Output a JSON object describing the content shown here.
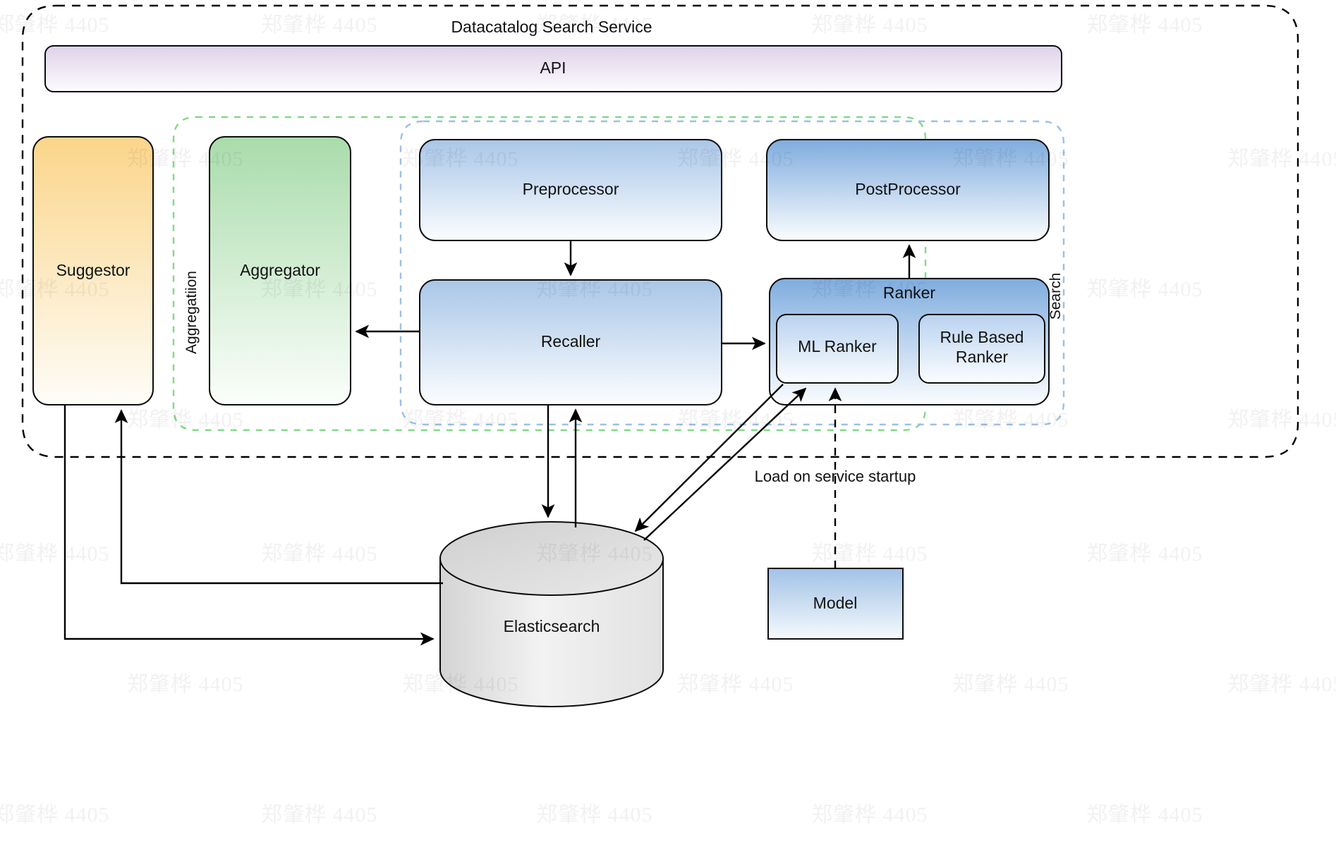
{
  "diagram": {
    "title": "Datacatalog Search Service",
    "watermark_text": "郑肇桦 4405",
    "groups": [
      {
        "id": "service-boundary",
        "label": "Datacatalog Search Service",
        "style": "dashed-black"
      },
      {
        "id": "aggregation-group",
        "label": "Aggregatiion",
        "style": "dashed-green"
      },
      {
        "id": "search-group",
        "label": "Search",
        "style": "dashed-blue"
      }
    ],
    "nodes": [
      {
        "id": "api",
        "label": "API",
        "color": "#e6dff0"
      },
      {
        "id": "suggestor",
        "label": "Suggestor",
        "color": "#fbd58a"
      },
      {
        "id": "aggregator",
        "label": "Aggregator",
        "color": "#a9dcab"
      },
      {
        "id": "preprocessor",
        "label": "Preprocessor",
        "color": "#a9c6e8"
      },
      {
        "id": "postprocessor",
        "label": "PostProcessor",
        "color": "#8fb8e3"
      },
      {
        "id": "recaller",
        "label": "Recaller",
        "color": "#a9c6e8"
      },
      {
        "id": "ranker",
        "label": "Ranker",
        "color": "#8fb8e3"
      },
      {
        "id": "ml-ranker",
        "label": "ML Ranker",
        "color": "#bcd4ee"
      },
      {
        "id": "rule-based-ranker",
        "label": "Rule Based Ranker",
        "color": "#bcd4ee"
      },
      {
        "id": "elasticsearch",
        "label": "Elasticsearch",
        "color": "#e0e0e0"
      },
      {
        "id": "model",
        "label": "Model",
        "color": "#a9c6e8"
      }
    ],
    "edges": [
      {
        "from": "preprocessor",
        "to": "recaller",
        "label": ""
      },
      {
        "from": "recaller",
        "to": "aggregator",
        "label": ""
      },
      {
        "from": "recaller",
        "to": "ranker",
        "label": ""
      },
      {
        "from": "ranker",
        "to": "postprocessor",
        "label": ""
      },
      {
        "from": "recaller",
        "to": "elasticsearch",
        "label": ""
      },
      {
        "from": "elasticsearch",
        "to": "recaller",
        "label": ""
      },
      {
        "from": "ml-ranker",
        "to": "elasticsearch",
        "label": ""
      },
      {
        "from": "elasticsearch",
        "to": "ml-ranker",
        "label": ""
      },
      {
        "from": "suggestor",
        "to": "elasticsearch",
        "label": ""
      },
      {
        "from": "elasticsearch",
        "to": "suggestor",
        "label": ""
      },
      {
        "from": "model",
        "to": "ml-ranker",
        "label": "Load on service startup",
        "style": "dashed"
      }
    ],
    "edge_labels": {
      "load_on_startup": "Load on service startup"
    },
    "colors": {
      "stroke": "#0d0d0d",
      "green_dash": "#7fdb86",
      "blue_dash": "#9dbfe3",
      "black_dash": "#000000",
      "api_top": "#ded2e9",
      "orange_top": "#fbd58a",
      "green_top": "#a9dcab",
      "blue_top": "#a9c6e8",
      "blue_dark_top": "#7facde",
      "cylinder": "#d8d8d8"
    }
  }
}
